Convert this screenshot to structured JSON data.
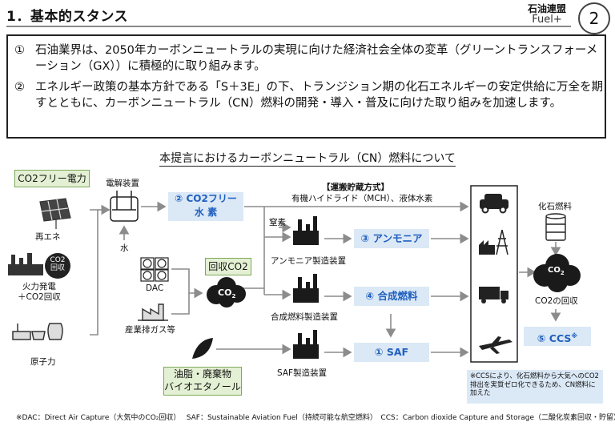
{
  "header": {
    "title": "1．基本的スタンス",
    "logo_line1": "石油連盟",
    "logo_line2": "Fuel+",
    "page_number": "2"
  },
  "stance": {
    "items": [
      {
        "num": "①",
        "text": "石油業界は、2050年カーボンニュートラルの実現に向けた経済社会全体の変革（グリーントランスフォーメーション（GX））に積極的に取り組みます。"
      },
      {
        "num": "②",
        "text": "エネルギー政策の基本方針である「S＋3E」の下、トランジション期の化石エネルギーの安定供給に万全を期すとともに、カーボンニュートラル（CN）燃料の開発・導入・普及に向けた取り組みを加速します。"
      }
    ]
  },
  "diagram": {
    "title": "本提言におけるカーボンニュートラル（CN）燃料について",
    "co2_free_power": "CO2フリー電力",
    "renewable": "再エネ",
    "thermal_line1": "火力発電",
    "thermal_line2": "＋CO2回収",
    "nuclear": "原子力",
    "co2_badge_line1": "CO2",
    "co2_badge_line2": "回収",
    "electrolyzer": "電解装置",
    "water": "水",
    "hydrogen_line1": "② CO2フリー",
    "hydrogen_line2": "水 素",
    "transport_title": "【運搬貯蔵方式】",
    "transport_desc": "有機ハイドライド（MCH）、液体水素",
    "nitrogen": "窒素",
    "ammonia_plant": "アンモニア製造装置",
    "ammonia": "③ アンモニア",
    "recovered_co2": "回収CO2",
    "dac": "DAC",
    "industrial_exhaust": "産業排ガス等",
    "co2_cloud": "CO",
    "co2_cloud_sub": "2",
    "synfuel_plant": "合成燃料製造装置",
    "synfuel": "④ 合成燃料",
    "saf_plant": "SAF製造装置",
    "saf": "① SAF",
    "biomass_line1": "油脂・廃棄物",
    "biomass_line2": "バイオエタノール",
    "fossil_fuel": "化石燃料",
    "co2_recovery": "CO2の回収",
    "ccs": "⑤ CCS",
    "ccs_mark": "※",
    "ccs_note": "※CCSにより、化石燃料から大気へのCO2排出を実質ゼロ化できるため、CN燃料に加えた"
  },
  "footnote": "※DAC：Direct Air Capture（大気中のCO₂回収）　 SAF：Sustainable Aviation Fuel（持続可能な航空燃料）　CCS：Carbon dioxide Capture and Storage（二酸化炭素回収・貯留）",
  "colors": {
    "accent_blue": "#1f5fbf",
    "box_blue": "#dbe8f6",
    "box_green": "#e4f0d4",
    "arrow_gray": "#8c8c8c"
  }
}
